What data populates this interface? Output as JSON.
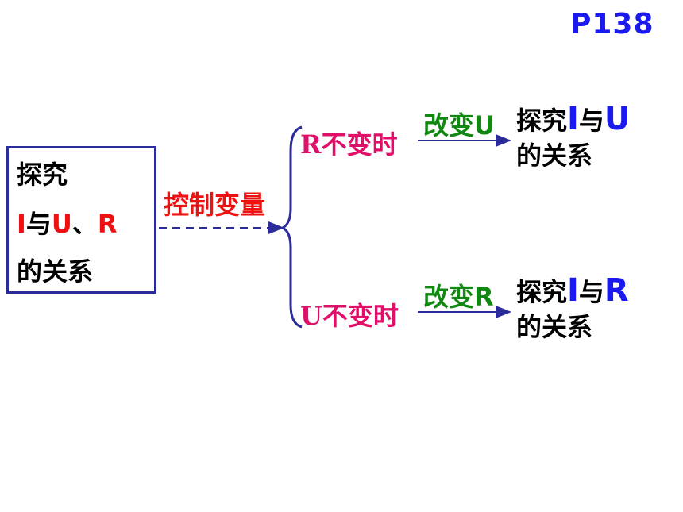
{
  "page_number": "P138",
  "main_box": {
    "line1": "探究",
    "line2_i": "I",
    "line2_yu": "与",
    "line2_u": "U",
    "line2_sep": "、",
    "line2_r": "R",
    "line3": "的关系"
  },
  "method_label": "控制变量",
  "branches": [
    {
      "condition_var": "R",
      "condition_text": "不变时",
      "action": "改变U",
      "result_prefix": "探究",
      "result_i": "I",
      "result_yu": "与",
      "result_var": "U",
      "result_suffix": "的关系"
    },
    {
      "condition_var": "U",
      "condition_text": "不变时",
      "action": "改变R",
      "result_prefix": "探究",
      "result_i": "I",
      "result_yu": "与",
      "result_var": "R",
      "result_suffix": "的关系"
    }
  ],
  "colors": {
    "page_number": "#1a1aee",
    "box_border": "#2b2b9a",
    "red": "#ee1111",
    "pink": "#e0106a",
    "green": "#118811",
    "blue": "#1a1aee",
    "connector": "#2b2b9a"
  }
}
